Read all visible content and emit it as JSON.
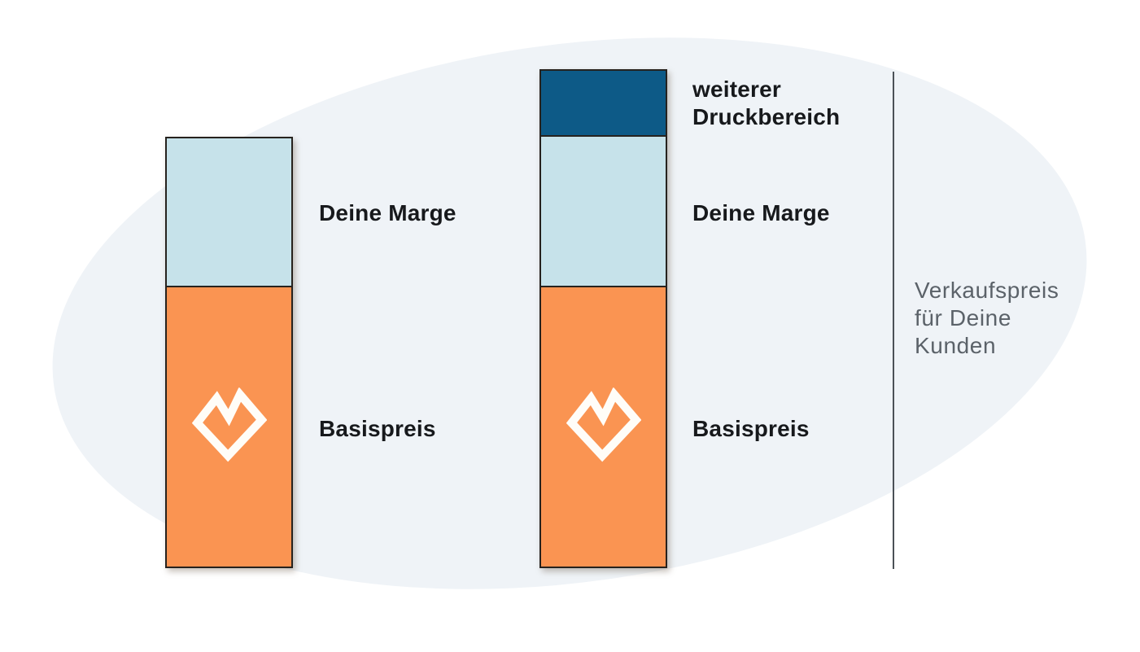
{
  "diagram": {
    "left_bar": {
      "margin_label": "Deine Marge",
      "base_label": "Basispreis"
    },
    "right_bar": {
      "print_label": "weiterer\nDruckbereich",
      "margin_label": "Deine Marge",
      "base_label": "Basispreis"
    },
    "bracket_label": "Verkaufspreis\nfür Deine\nKunden"
  },
  "icons": {
    "heart": "spreadshirt-heart-logo"
  },
  "colors": {
    "base-orange": "#fa9452",
    "margin-blue": "#c6e2ea",
    "print-blue": "#0d5a87",
    "blob": "#eff3f7",
    "outline": "#26221e",
    "text-dark": "#17191c",
    "text-gray": "#5b6269",
    "line": "#4b5157",
    "heart-white": "#fffdf8"
  }
}
